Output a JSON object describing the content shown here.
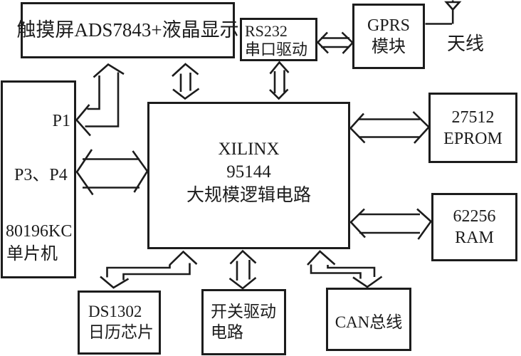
{
  "colors": {
    "ink": "#1c1c1c",
    "background": "#ffffff"
  },
  "blocks": {
    "touchscreen": {
      "label": "触摸屏ADS7843+液晶显示"
    },
    "rs232": {
      "line1": "RS232",
      "line2": "串口驱动"
    },
    "gprs": {
      "line1": "GPRS",
      "line2": "模块"
    },
    "antenna": {
      "label": "天线"
    },
    "mcu": {
      "p1": "P1",
      "p3p4": "P3、P4",
      "line1": "80196KC",
      "line2": "单片机"
    },
    "xilinx": {
      "line1": "XILINX",
      "line2": "95144",
      "line3": "大规模逻辑电路"
    },
    "eprom": {
      "line1": "27512",
      "line2": "EPROM"
    },
    "ram": {
      "line1": "62256",
      "line2": "RAM"
    },
    "ds1302": {
      "line1": "DS1302",
      "line2": "日历芯片"
    },
    "switch_driver": {
      "line1": "开关驱动",
      "line2": "电路"
    },
    "can": {
      "label": "CAN总线"
    }
  },
  "connections": [
    {
      "from": "80196KC单片机 P1",
      "to": "触摸屏ADS7843+液晶显示",
      "style": "bent",
      "bidirectional": true
    },
    {
      "from": "触摸屏ADS7843+液晶显示",
      "to": "XILINX 95144",
      "style": "vertical",
      "bidirectional": true
    },
    {
      "from": "RS232串口驱动",
      "to": "GPRS模块",
      "style": "horizontal",
      "bidirectional": true
    },
    {
      "from": "RS232串口驱动",
      "to": "XILINX 95144",
      "style": "vertical",
      "bidirectional": true
    },
    {
      "from": "GPRS模块",
      "to": "天线",
      "style": "line",
      "bidirectional": false
    },
    {
      "from": "80196KC单片机 P3、P4",
      "to": "XILINX 95144",
      "style": "horizontal",
      "bidirectional": true
    },
    {
      "from": "XILINX 95144",
      "to": "27512 EPROM",
      "style": "horizontal",
      "bidirectional": true
    },
    {
      "from": "XILINX 95144",
      "to": "62256 RAM",
      "style": "horizontal",
      "bidirectional": true
    },
    {
      "from": "XILINX 95144",
      "to": "DS1302日历芯片",
      "style": "stepped",
      "bidirectional": true
    },
    {
      "from": "XILINX 95144",
      "to": "开关驱动电路",
      "style": "vertical",
      "bidirectional": true
    },
    {
      "from": "XILINX 95144",
      "to": "CAN总线",
      "style": "stepped",
      "bidirectional": true
    }
  ]
}
